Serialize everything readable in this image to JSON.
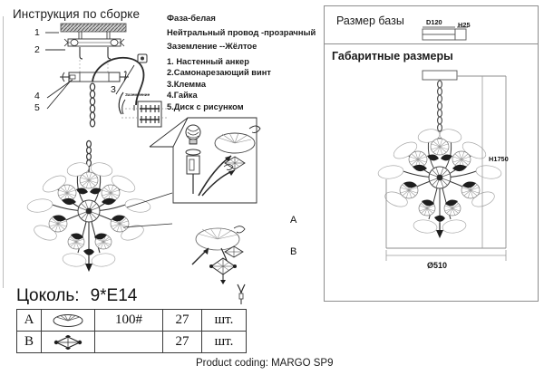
{
  "document": {
    "assembly_title": "Инструкция по сборке",
    "product_code_label": "Product coding:",
    "product_code_value": "MARGO SP9",
    "product_code_full": "Product coding: MARGO SP9"
  },
  "wiring_legend": {
    "lines": [
      "Фаза-белая",
      "Нейтральный провод -прозрачный",
      "Заземление --Жёлтое"
    ]
  },
  "parts_legend": {
    "items": [
      "1. Настенный анкер",
      "2.Самонарезающий винт",
      "3.Клемма",
      "4.Гайка",
      "5.Диск с рисунком"
    ]
  },
  "assembly_diagram": {
    "callouts": [
      "1",
      "2",
      "3",
      "4",
      "5"
    ],
    "ground_label": "Заземление",
    "detail_callouts": [
      "A",
      "B"
    ]
  },
  "right_panel": {
    "base_size": {
      "title": "Размер базы",
      "diameter_label": "D120",
      "height_label": "H25"
    },
    "overall_size": {
      "title": "Габаритные размеры",
      "height_label": "H1750",
      "diameter_label": "Ø510"
    }
  },
  "socket": {
    "label": "Цоколь:",
    "value": "9*E14"
  },
  "parts_table": {
    "rows": [
      {
        "key": "A",
        "icon": "fan-disc-icon",
        "code": "100#",
        "qty": "27",
        "unit": "шт."
      },
      {
        "key": "B",
        "icon": "diamond-bead-icon",
        "code": "",
        "qty": "27",
        "unit": "шт."
      }
    ]
  },
  "colors": {
    "ink": "#1a1a1a",
    "line": "#2a2a2a",
    "panel_border": "#8d8d8d",
    "rule": "#bdbdbd"
  }
}
